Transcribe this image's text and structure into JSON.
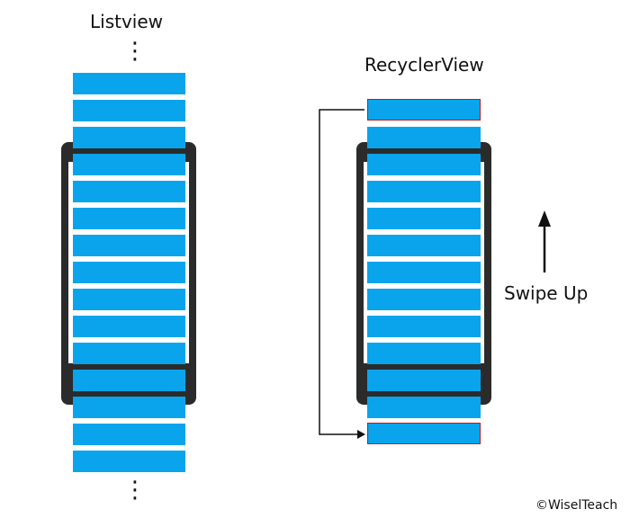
{
  "listview": {
    "title": "Listview",
    "rows": 15,
    "dots": "⋮"
  },
  "recyclerview": {
    "title": "RecyclerView",
    "rows": 13
  },
  "gesture": {
    "label": "Swipe Up"
  },
  "credit": "©WiselTeach",
  "colors": {
    "row": "#0aa4ec",
    "highlight": "#b02020",
    "phone": "#2b2b2b"
  }
}
